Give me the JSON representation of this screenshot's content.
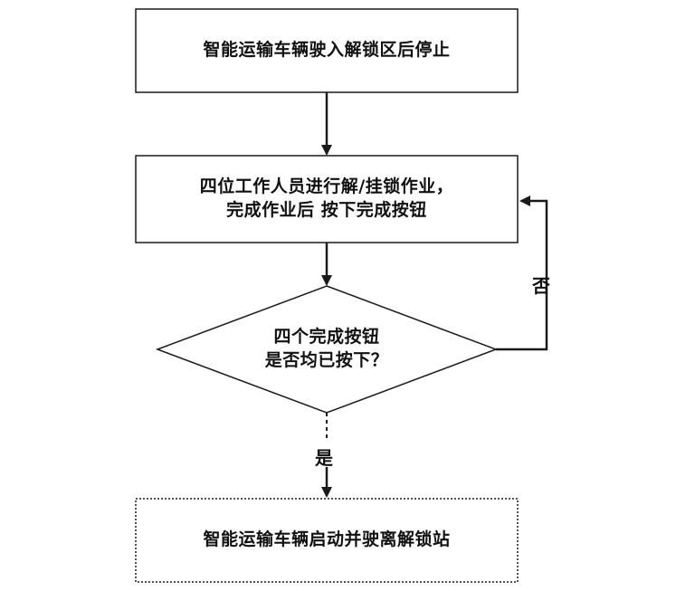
{
  "colors": {
    "stroke": "#1a1a1a",
    "text": "#111111",
    "background": "#ffffff"
  },
  "nodes": {
    "start": {
      "text": "智能运输车辆驶入解锁区后停止"
    },
    "process": {
      "text": "四位工作人员进行解/挂锁作业，\n完成作业后 按下完成按钮"
    },
    "decision": {
      "text": "四个完成按钮\n是否均已按下？"
    },
    "end": {
      "text": "智能运输车辆启动并驶离解锁站"
    }
  },
  "edges": {
    "no_label": "否",
    "yes_label": "是"
  }
}
